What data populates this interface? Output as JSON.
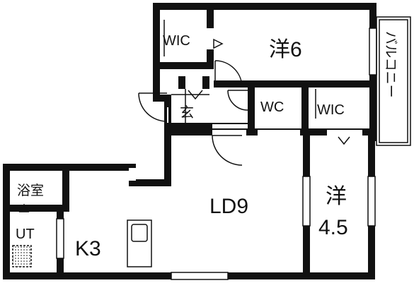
{
  "floor_plan": {
    "rooms": {
      "wic_top": "WIC",
      "western_6": "洋6",
      "balcony": "バルコニー",
      "entrance": "玄",
      "wc": "WC",
      "wic_right": "WIC",
      "bath": "浴室",
      "ut": "UT",
      "k3": "K3",
      "ld9": "LD9",
      "western_45_line1": "洋",
      "western_45_line2": "4.5"
    },
    "colors": {
      "wall": "#111111",
      "background": "#ffffff"
    }
  }
}
